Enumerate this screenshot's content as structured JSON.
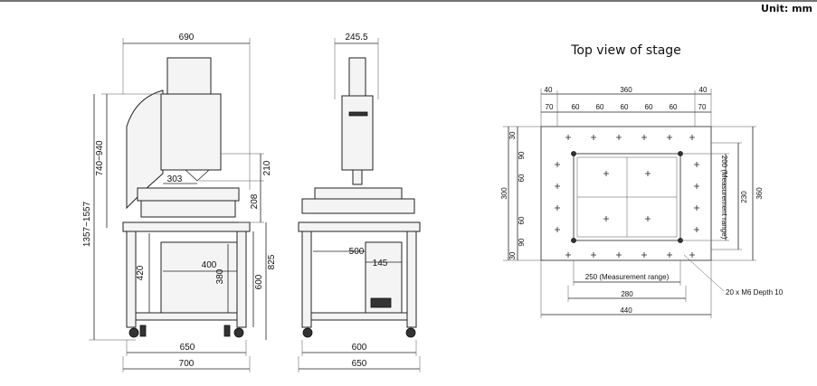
{
  "unit_label": "Unit: mm",
  "stage_title": "Top view of stage",
  "front": {
    "width_top": "690",
    "height_upper": "740~940",
    "height_total": "1357~1557",
    "d303": "303",
    "d210": "210",
    "d208": "208",
    "d420": "420",
    "d400": "400",
    "d380": "380",
    "d600": "600",
    "d825": "825",
    "d650": "650",
    "d700": "700"
  },
  "side": {
    "width_top": "245.5",
    "d500": "500",
    "d145": "145",
    "d600": "600",
    "d650": "650"
  },
  "stage": {
    "top_row": [
      "40",
      "360",
      "40"
    ],
    "second_row": [
      "70",
      "60",
      "60",
      "60",
      "60",
      "60",
      "70"
    ],
    "left_col": [
      "30",
      "90",
      "60",
      "60",
      "90",
      "30"
    ],
    "left_total": "300",
    "right_range": "200 (Measurement range)",
    "right_230": "230",
    "right_360": "360",
    "bottom_range": "250 (Measurement range)",
    "bottom_280": "280",
    "bottom_440": "440",
    "hole_note": "20 x M6 Depth 10"
  }
}
